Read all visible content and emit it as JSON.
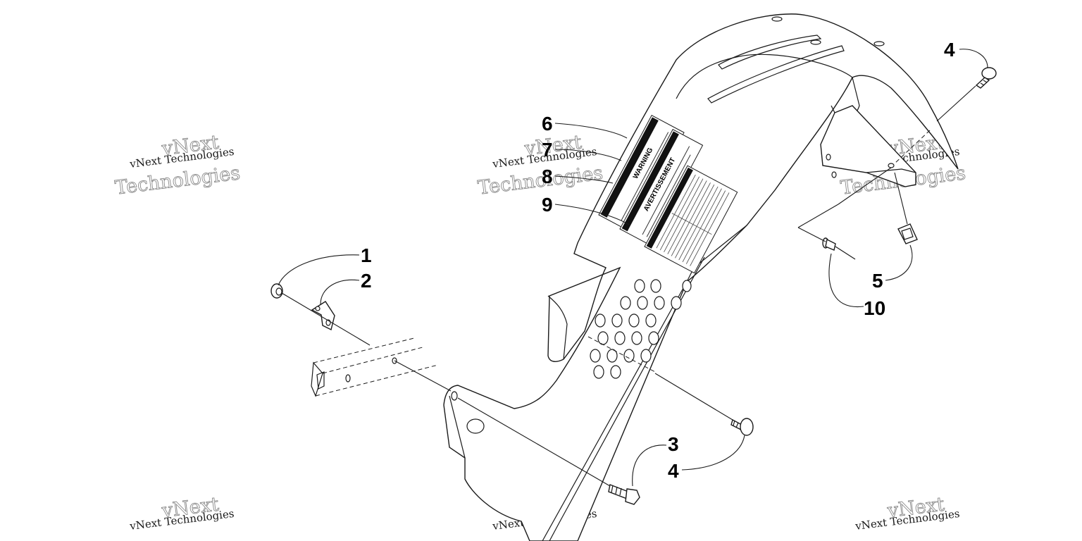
{
  "callouts": [
    {
      "id": "c1",
      "label": "1"
    },
    {
      "id": "c2",
      "label": "2"
    },
    {
      "id": "c3",
      "label": "3"
    },
    {
      "id": "c4a",
      "label": "4"
    },
    {
      "id": "c4b",
      "label": "4"
    },
    {
      "id": "c5",
      "label": "5"
    },
    {
      "id": "c6",
      "label": "6"
    },
    {
      "id": "c7",
      "label": "7"
    },
    {
      "id": "c8",
      "label": "8"
    },
    {
      "id": "c9",
      "label": "9"
    },
    {
      "id": "c10",
      "label": "10"
    }
  ],
  "watermark": {
    "line1": "vNext Technologies",
    "big_top": "vNext",
    "big_bottom": "Technologies"
  },
  "decals": {
    "warning": "WARNING",
    "avertissement": "AVERTISSEMENT"
  }
}
